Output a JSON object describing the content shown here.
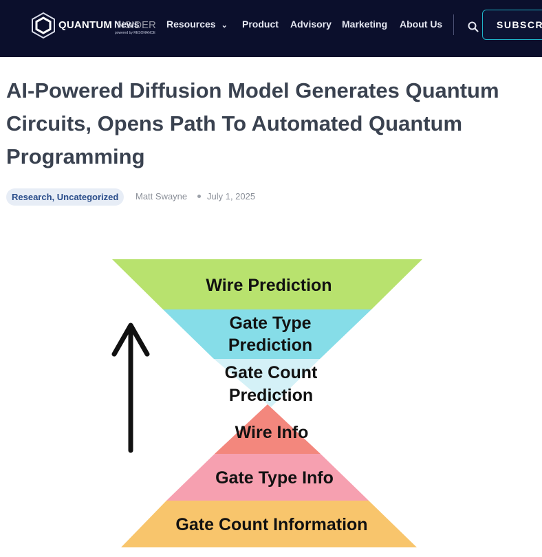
{
  "nav": {
    "logo": {
      "brand_primary": "QUANTUM",
      "brand_secondary": "INSIDER",
      "tagline": "powered by RESONANCE"
    },
    "items": [
      {
        "label": "News",
        "has_dropdown": false
      },
      {
        "label": "Resources",
        "has_dropdown": true
      },
      {
        "label": "Product",
        "has_dropdown": false
      },
      {
        "label": "Advisory",
        "has_dropdown": false
      },
      {
        "label": "Marketing",
        "has_dropdown": false
      },
      {
        "label": "About Us",
        "has_dropdown": false
      }
    ],
    "search_icon": "search-icon",
    "subscribe_label": "SUBSCRIBE",
    "colors": {
      "background": "#0b0f2c",
      "accent": "#1fb3c8"
    }
  },
  "article": {
    "title": "AI-Powered Diffusion Model Generates Quantum Circuits, Opens Path To Automated Quantum Programming",
    "categories": "Research, Uncategorized",
    "author": "Matt Swayne",
    "date": "July 1, 2025"
  },
  "figure": {
    "top_funnel": [
      {
        "lines": [
          "Wire Prediction"
        ],
        "color": "#b8e26e"
      },
      {
        "lines": [
          "Gate Type",
          "Prediction"
        ],
        "color": "#86dde8"
      },
      {
        "lines": [
          "Gate Count",
          "Prediction"
        ],
        "color": "#d4f1f7"
      }
    ],
    "bottom_pyramid": [
      {
        "lines": [
          "Wire Info"
        ],
        "color": "#f3877d"
      },
      {
        "lines": [
          "Gate Type Info"
        ],
        "color": "#f6a0b0"
      },
      {
        "lines": [
          "Gate Count Information"
        ],
        "color": "#f8c56c"
      }
    ],
    "arrow": "up-arrow-icon"
  }
}
